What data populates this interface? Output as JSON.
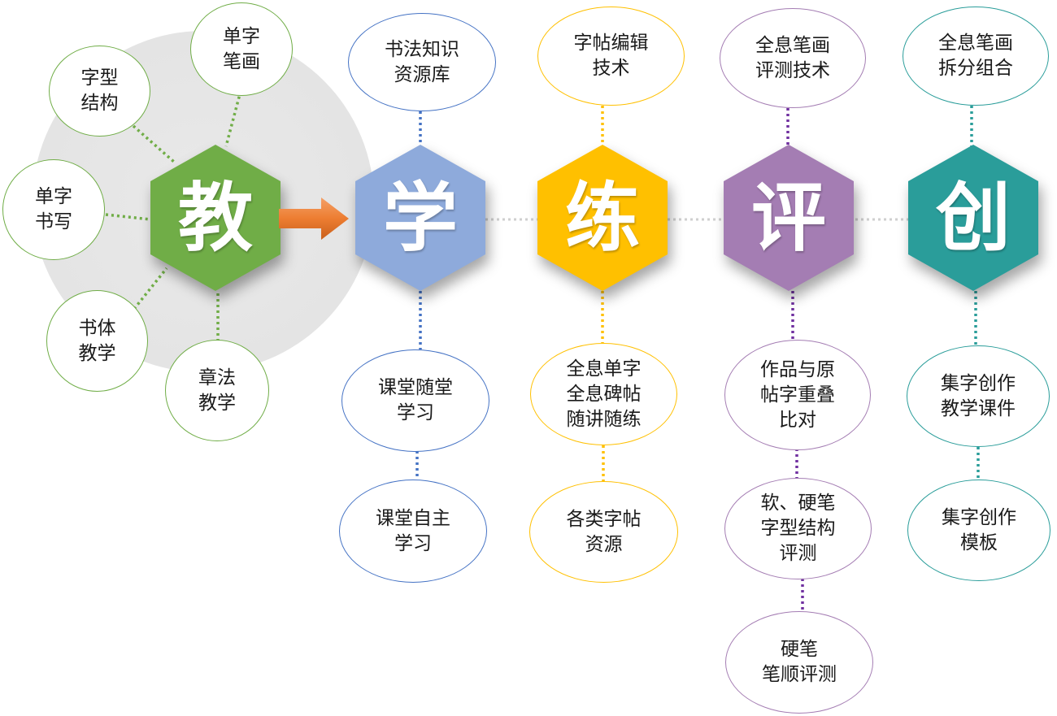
{
  "stages": [
    {
      "id": "jiao",
      "label": "教",
      "color": "#70ad47",
      "line_color": "#70ad47"
    },
    {
      "id": "xue",
      "label": "学",
      "color": "#8eaadb",
      "line_color": "#4472c4"
    },
    {
      "id": "lian",
      "label": "练",
      "color": "#ffc000",
      "line_color": "#ffc000"
    },
    {
      "id": "ping",
      "label": "评",
      "color": "#a47db3",
      "line_color": "#7030a0"
    },
    {
      "id": "chuang",
      "label": "创",
      "color": "#2a9d9a",
      "line_color": "#2a9d9a"
    }
  ],
  "teach_bubbles": [
    {
      "id": "zixing",
      "text": "字型\n结构"
    },
    {
      "id": "danzi-bihua",
      "text": "单字\n笔画"
    },
    {
      "id": "danzi-shuxie",
      "text": "单字\n书写"
    },
    {
      "id": "shuti",
      "text": "书体\n教学"
    },
    {
      "id": "zhangfa",
      "text": "章法\n教学"
    }
  ],
  "top_bubbles": [
    {
      "stage": "xue",
      "text": "书法知识\n资源库"
    },
    {
      "stage": "lian",
      "text": "字帖编辑\n技术"
    },
    {
      "stage": "ping",
      "text": "全息笔画\n评测技术"
    },
    {
      "stage": "chuang",
      "text": "全息笔画\n拆分组合"
    }
  ],
  "bottom_bubbles": [
    {
      "stage": "xue",
      "text": "课堂随堂\n学习"
    },
    {
      "stage": "xue",
      "text": "课堂自主\n学习"
    },
    {
      "stage": "lian",
      "text": "全息单字\n全息碑帖\n随讲随练"
    },
    {
      "stage": "lian",
      "text": "各类字帖\n资源"
    },
    {
      "stage": "ping",
      "text": "作品与原\n帖字重叠\n比对"
    },
    {
      "stage": "ping",
      "text": "软、硬笔\n字型结构\n评测"
    },
    {
      "stage": "ping",
      "text": "硬笔\n笔顺评测"
    },
    {
      "stage": "chuang",
      "text": "集字创作\n教学课件"
    },
    {
      "stage": "chuang",
      "text": "集字创作\n模板"
    }
  ],
  "arrow_color": "#ed7d31",
  "halo_color": "#e6e6e6"
}
